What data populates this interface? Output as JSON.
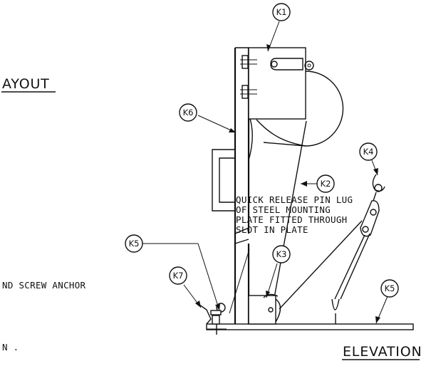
{
  "layout_title": "AYOUT",
  "elevation_title": "ELEVATION",
  "notes": {
    "pin_line1": "QUICK RELEASE PIN LUG",
    "pin_line2": "OF STEEL MOUNTING",
    "pin_line3": "PLATE FITTED THROUGH",
    "pin_line4": "SLOT IN PLATE",
    "anchor": "ND SCREW ANCHOR",
    "partial": "N ."
  },
  "callouts": {
    "k1": "K1",
    "k2": "K2",
    "k3": "K3",
    "k4": "K4",
    "k5_note": "K5",
    "k5_base": "K5",
    "k6": "K6",
    "k7": "K7"
  }
}
